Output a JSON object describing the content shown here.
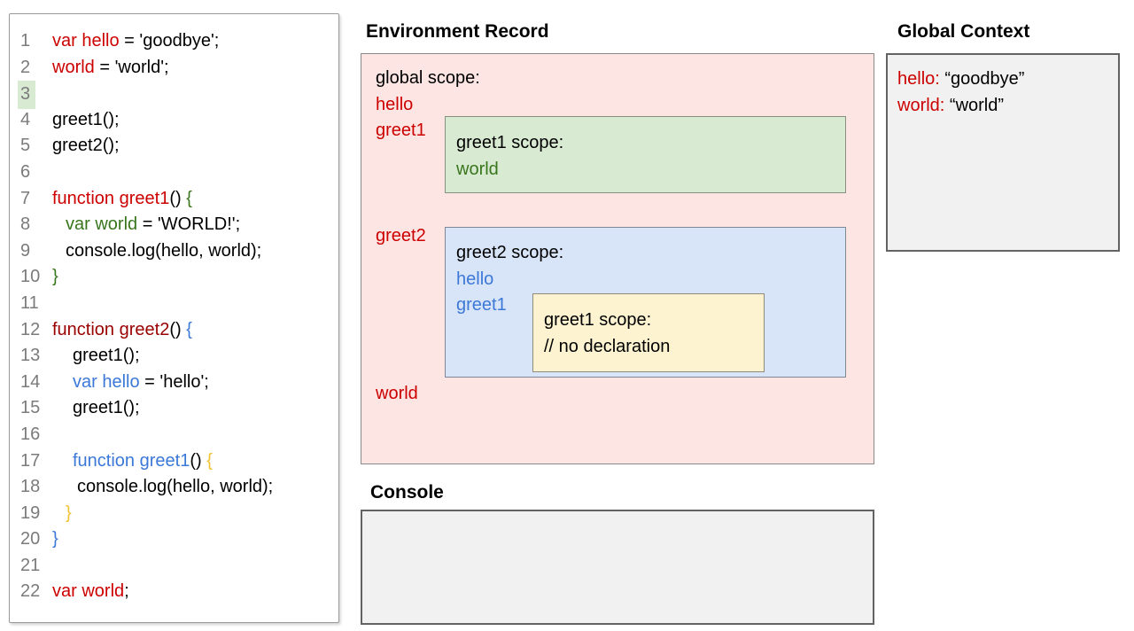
{
  "colors": {
    "black": "#000000",
    "red": "#cc0000",
    "darkred": "#990000",
    "green": "#38761d",
    "blue": "#3c78d8",
    "yellow": "#f1c232",
    "line_number_gray": "#7b7b7b",
    "pink_bg": "#fce5e3",
    "green_bg": "#d9ead3",
    "blue_bg": "#d8e5f8",
    "yellow_bg": "#fdf3d0",
    "gray_bg": "#f1f1f1",
    "line_highlight_bg": "#d9ead3"
  },
  "code_panel": {
    "lines": [
      {
        "num": "1",
        "indent": 0,
        "segments": [
          {
            "t": "var hello",
            "c": "red"
          },
          {
            "t": " = 'goodbye';",
            "c": "black"
          }
        ]
      },
      {
        "num": "2",
        "indent": 0,
        "segments": [
          {
            "t": "world",
            "c": "red"
          },
          {
            "t": " = 'world';",
            "c": "black"
          }
        ]
      },
      {
        "num": "3",
        "indent": 0,
        "highlight": true,
        "segments": []
      },
      {
        "num": "4",
        "indent": 0,
        "segments": [
          {
            "t": "greet1();",
            "c": "black"
          }
        ]
      },
      {
        "num": "5",
        "indent": 0,
        "segments": [
          {
            "t": "greet2();",
            "c": "black"
          }
        ]
      },
      {
        "num": "6",
        "indent": 0,
        "segments": []
      },
      {
        "num": "7",
        "indent": 0,
        "segments": [
          {
            "t": "function greet1",
            "c": "red"
          },
          {
            "t": "() ",
            "c": "black"
          },
          {
            "t": "{",
            "c": "green"
          }
        ]
      },
      {
        "num": "8",
        "indent": 1,
        "segments": [
          {
            "t": "var world",
            "c": "green"
          },
          {
            "t": " = 'WORLD!';",
            "c": "black"
          }
        ]
      },
      {
        "num": "9",
        "indent": 1,
        "segments": [
          {
            "t": "console.log(hello, world);",
            "c": "black"
          }
        ]
      },
      {
        "num": "10",
        "indent": 0,
        "segments": [
          {
            "t": "}",
            "c": "green"
          }
        ]
      },
      {
        "num": "11",
        "indent": 0,
        "segments": []
      },
      {
        "num": "12",
        "indent": 0,
        "segments": [
          {
            "t": "function greet2",
            "c": "darkred"
          },
          {
            "t": "() ",
            "c": "black"
          },
          {
            "t": "{",
            "c": "blue"
          }
        ]
      },
      {
        "num": "13",
        "indent": 2,
        "segments": [
          {
            "t": "greet1();",
            "c": "black"
          }
        ]
      },
      {
        "num": "14",
        "indent": 2,
        "segments": [
          {
            "t": "var hello",
            "c": "blue"
          },
          {
            "t": " = 'hello';",
            "c": "black"
          }
        ]
      },
      {
        "num": "15",
        "indent": 2,
        "segments": [
          {
            "t": "greet1();",
            "c": "black"
          }
        ]
      },
      {
        "num": "16",
        "indent": 0,
        "segments": []
      },
      {
        "num": "17",
        "indent": 2,
        "segments": [
          {
            "t": "function greet1",
            "c": "blue"
          },
          {
            "t": "() ",
            "c": "black"
          },
          {
            "t": "{",
            "c": "yellow"
          }
        ]
      },
      {
        "num": "18",
        "indent": 3,
        "segments": [
          {
            "t": "console.log(hello, world);",
            "c": "black"
          }
        ]
      },
      {
        "num": "19",
        "indent": 1,
        "segments": [
          {
            "t": "}",
            "c": "yellow"
          }
        ]
      },
      {
        "num": "20",
        "indent": 0,
        "segments": [
          {
            "t": "}",
            "c": "blue"
          }
        ]
      },
      {
        "num": "21",
        "indent": 0,
        "segments": []
      },
      {
        "num": "22",
        "indent": 0,
        "segments": [
          {
            "t": "var world",
            "c": "red"
          },
          {
            "t": ";",
            "c": "black"
          }
        ]
      }
    ]
  },
  "environment_record": {
    "title": "Environment Record",
    "global_scope": {
      "label": "global scope:",
      "vars_top": [
        "hello",
        "greet1"
      ],
      "var_mid": "greet2",
      "var_bottom": "world"
    },
    "greet1_scope": {
      "label": "greet1 scope:",
      "vars": [
        "world"
      ]
    },
    "greet2_scope": {
      "label": "greet2 scope:",
      "vars": [
        "hello",
        "greet1"
      ]
    },
    "inner_greet1_scope": {
      "label": "greet1 scope:",
      "comment": "// no declaration"
    }
  },
  "global_context": {
    "title": "Global Context",
    "entries": [
      {
        "key": "hello:",
        "value": " “goodbye”"
      },
      {
        "key": "world:",
        "value": " “world”"
      }
    ]
  },
  "console_panel": {
    "title": "Console",
    "content": ""
  }
}
